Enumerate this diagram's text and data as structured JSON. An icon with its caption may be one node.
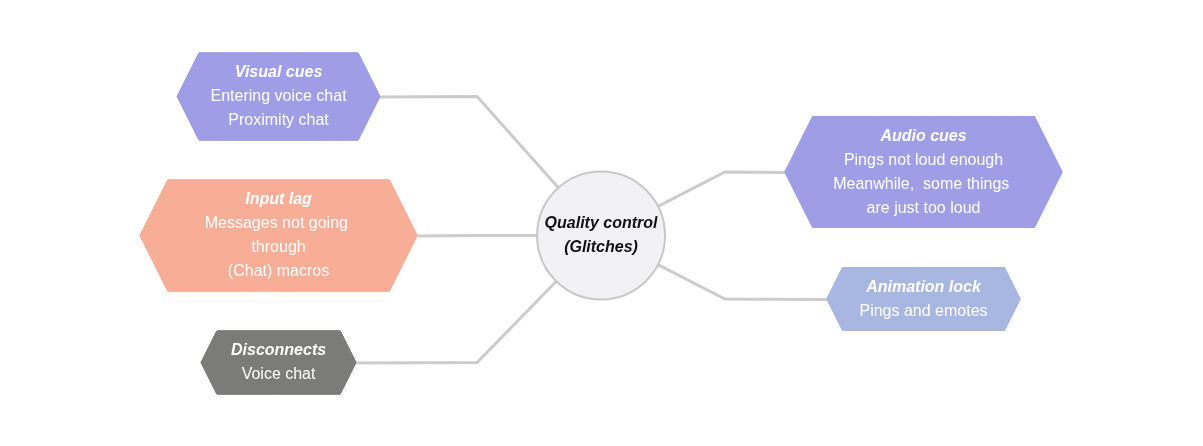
{
  "diagram": {
    "nodes": [
      {
        "text": [
          "Quality control",
          "(Glitches)"
        ]
      },
      {
        "text": [
          "Visual cues",
          "Entering voice chat",
          "Proximity chat"
        ]
      },
      {
        "text": [
          "Input lag",
          "Messages not going through",
          "(Chat) macros"
        ]
      },
      {
        "text": [
          "Disconnects",
          "Voice chat"
        ]
      },
      {
        "text": [
          "Audio cues",
          "Pings not loud enough",
          "Meanwhile,  some things are just too loud"
        ]
      },
      {
        "text": [
          "Animation lock",
          "Pings and emotes"
        ]
      }
    ],
    "edges": [
      {
        "from": 1,
        "to": 0,
        "arrow": "none"
      },
      {
        "from": 2,
        "to": 0,
        "arrow": "none"
      },
      {
        "from": 3,
        "to": 0,
        "arrow": "none"
      },
      {
        "from": 0,
        "to": 4,
        "arrow": "none"
      },
      {
        "from": 0,
        "to": 5,
        "arrow": "none"
      }
    ]
  }
}
